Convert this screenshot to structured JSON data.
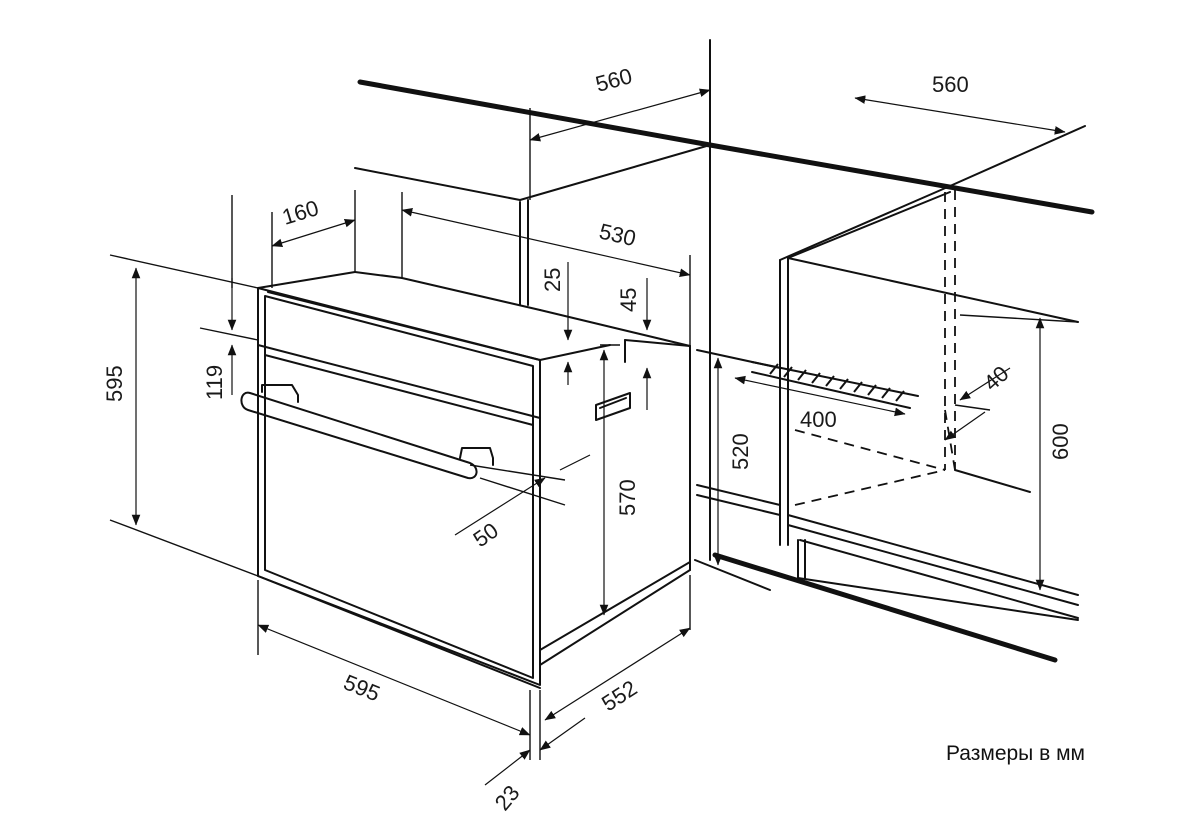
{
  "dimensions": {
    "niche_depth_left": "560",
    "niche_depth_right": "560",
    "top_offset": "160",
    "top_depth": "530",
    "top_gap": "25",
    "rear_notch": "45",
    "panel_height": "119",
    "total_height": "595",
    "door_thickness": "50",
    "body_height": "570",
    "niche_height_left": "520",
    "vent_width": "400",
    "vent_depth": "40",
    "niche_height_right": "600",
    "front_width": "595",
    "body_depth": "552",
    "front_overhang": "23"
  },
  "footnote": "Размеры в мм"
}
